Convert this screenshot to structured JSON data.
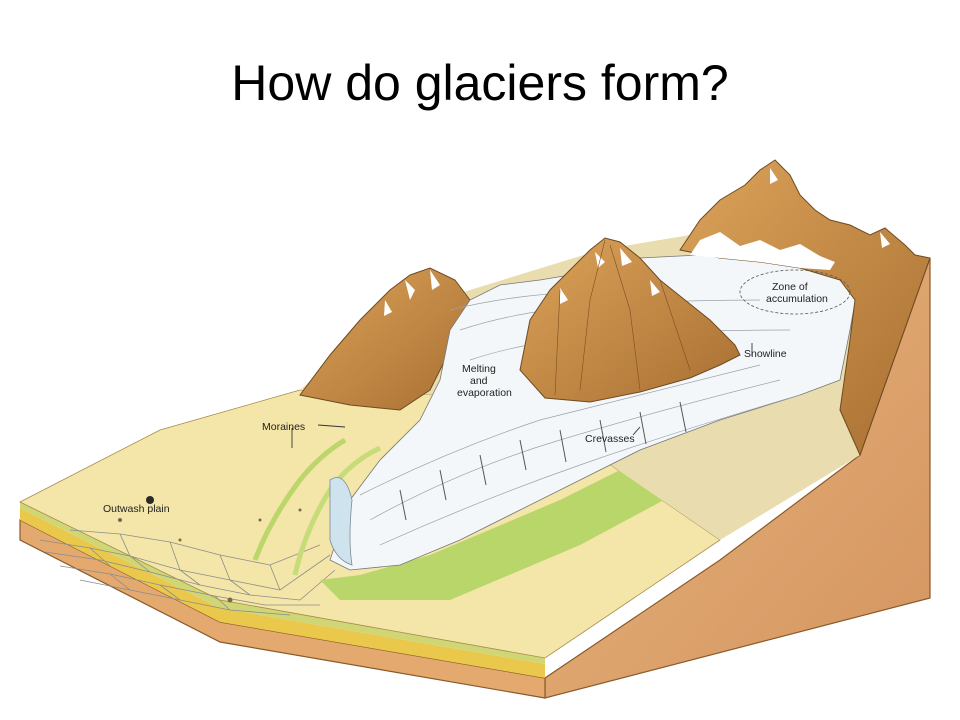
{
  "title": "How do glaciers form?",
  "labels": {
    "zone_line1": "Zone of",
    "zone_line2": "accumulation",
    "snowline": "Snowline",
    "melting_line1": "Melting",
    "melting_line2": "and",
    "melting_line3": "evaporation",
    "crevasses": "Crevasses",
    "moraines": "Moraines",
    "outwash": "Outwash plain"
  },
  "colors": {
    "plain": "#f3e6a8",
    "soil_side": "#d9a06b",
    "soil_front": "#e5ad74",
    "mountain": "#c98f45",
    "mountain_dark": "#9c6a2f",
    "ice": "#f4f7f9",
    "water": "#cfe3ee",
    "vegetation": "#b8d66a"
  }
}
